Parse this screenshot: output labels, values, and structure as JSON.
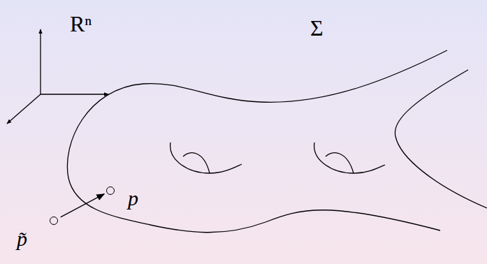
{
  "diagram": {
    "nodes": [
      {
        "text": [
          "p"
        ]
      },
      {
        "text": [
          "p̃"
        ]
      }
    ],
    "edges": [
      {
        "from": 1,
        "to": 0,
        "arrow": "to"
      }
    ],
    "labels": [
      "Rⁿ",
      "Σ"
    ]
  }
}
